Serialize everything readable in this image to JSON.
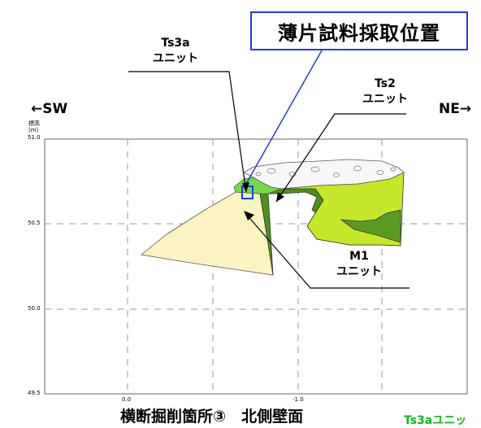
{
  "callout_title": "薄片試料採取位置",
  "direction": {
    "left": "←SW",
    "right": "NE→"
  },
  "axis": {
    "y_title_top": "標高",
    "y_title_unit": "(m)",
    "y_ticks": [
      "51.0",
      "50.5",
      "50.0",
      "49.5"
    ],
    "x_ticks": [
      "0.0",
      "-1.0"
    ]
  },
  "units": {
    "ts3a": {
      "name": "Ts3a",
      "suffix": "ユニット"
    },
    "ts2": {
      "name": "Ts2",
      "suffix": "ユニット"
    },
    "m1": {
      "name": "M1",
      "suffix": "ユニット"
    }
  },
  "caption": "横断掘削箇所③　北側壁面",
  "footnote": "Ts3aユニッ",
  "colors": {
    "ts3a_unit": "#fbf4c2",
    "ts2_unit": "#4f8f1b",
    "m1_unit": "#c6e82c",
    "m1_dark_lens": "#5b9a22",
    "bright_green": "#77d94a",
    "callout_blue": "#1f3fd8",
    "footnote_green": "#12b520"
  }
}
